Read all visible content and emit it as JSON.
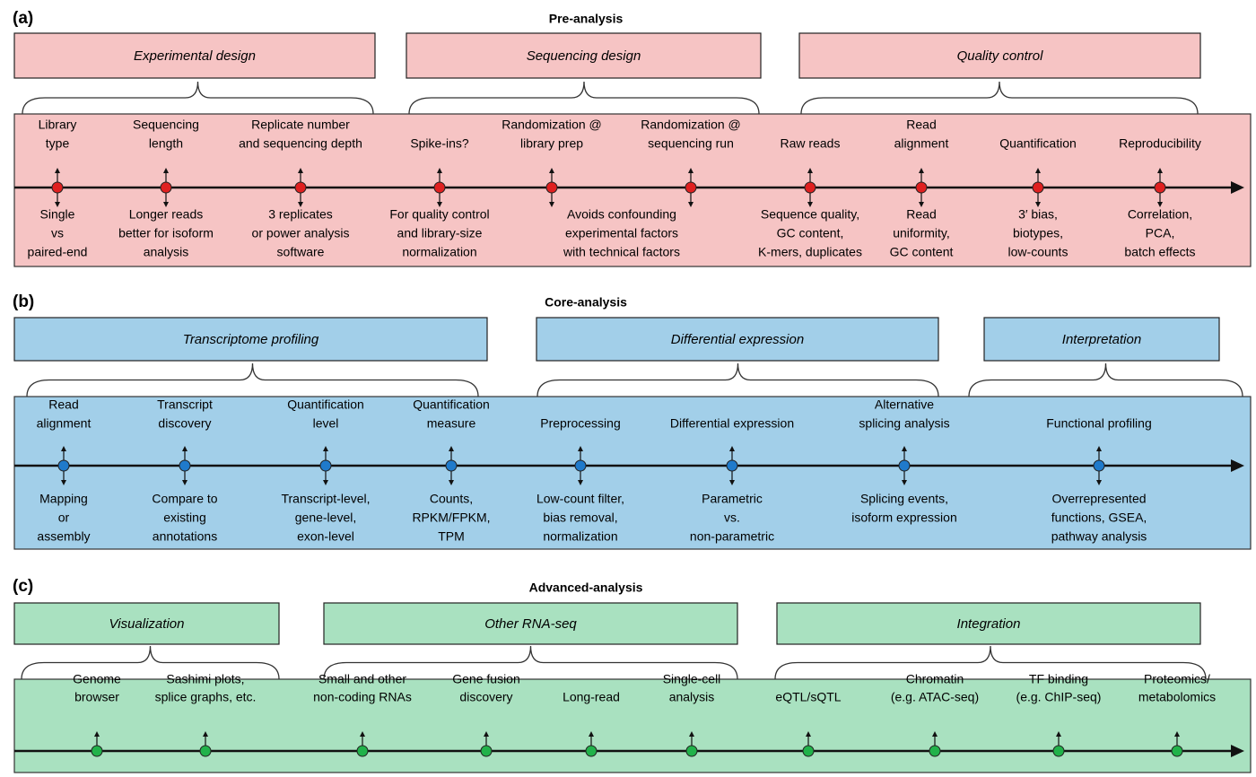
{
  "colors": {
    "pre_fill": "#f6c4c4",
    "core_fill": "#a2cfe9",
    "adv_fill": "#a9e1c0",
    "pre_dot": "#e02020",
    "core_dot": "#1f7acb",
    "adv_dot": "#21b24a",
    "line": "#111111"
  },
  "panels": [
    {
      "letter": "(a)",
      "title": "Pre-analysis",
      "groups": [
        "Experimental design",
        "Sequencing design",
        "Quality control"
      ],
      "nodes": [
        {
          "top": [
            "Library",
            "type"
          ],
          "bottom": [
            "Single",
            "vs",
            "paired-end"
          ]
        },
        {
          "top": [
            "Sequencing",
            "length"
          ],
          "bottom": [
            "Longer reads",
            "better for isoform",
            "analysis"
          ]
        },
        {
          "top": [
            "Replicate number",
            "and sequencing depth"
          ],
          "bottom": [
            "3 replicates",
            "or power analysis",
            "software"
          ]
        },
        {
          "top": [
            "Spike-ins?"
          ],
          "bottom": [
            "For quality control",
            "and library-size",
            "normalization"
          ]
        },
        {
          "top": [
            "Randomization @",
            "library prep"
          ],
          "bottom": [
            "Avoids confounding",
            "experimental factors",
            "with technical factors"
          ]
        },
        {
          "top": [
            "Randomization @",
            "sequencing run"
          ],
          "bottom": []
        },
        {
          "top": [
            "Raw reads"
          ],
          "bottom": [
            "Sequence quality,",
            "GC content,",
            "K-mers, duplicates"
          ]
        },
        {
          "top": [
            "Read",
            "alignment"
          ],
          "bottom": [
            "Read",
            "uniformity,",
            "GC content"
          ]
        },
        {
          "top": [
            "Quantification"
          ],
          "bottom": [
            "3′ bias,",
            "biotypes,",
            "low-counts"
          ]
        },
        {
          "top": [
            "Reproducibility"
          ],
          "bottom": [
            "Correlation,",
            "PCA,",
            "batch effects"
          ]
        }
      ]
    },
    {
      "letter": "(b)",
      "title": "Core-analysis",
      "groups": [
        "Transcriptome profiling",
        "Differential expression",
        "Interpretation"
      ],
      "nodes": [
        {
          "top": [
            "Read",
            "alignment"
          ],
          "bottom": [
            "Mapping",
            "or",
            "assembly"
          ]
        },
        {
          "top": [
            "Transcript",
            "discovery"
          ],
          "bottom": [
            "Compare to",
            "existing",
            "annotations"
          ]
        },
        {
          "top": [
            "Quantification",
            "level"
          ],
          "bottom": [
            "Transcript-level,",
            "gene-level,",
            "exon-level"
          ]
        },
        {
          "top": [
            "Quantification",
            "measure"
          ],
          "bottom": [
            "Counts,",
            "RPKM/FPKM,",
            "TPM"
          ]
        },
        {
          "top": [
            "Preprocessing"
          ],
          "bottom": [
            "Low-count filter,",
            "bias removal,",
            "normalization"
          ]
        },
        {
          "top": [
            "Differential expression"
          ],
          "bottom": [
            "Parametric",
            "vs.",
            "non-parametric"
          ]
        },
        {
          "top": [
            "Alternative",
            "splicing analysis"
          ],
          "bottom": [
            "Splicing events,",
            "isoform expression"
          ]
        },
        {
          "top": [
            "Functional profiling"
          ],
          "bottom": [
            "Overrepresented",
            "functions, GSEA,",
            "pathway analysis"
          ]
        }
      ]
    },
    {
      "letter": "(c)",
      "title": "Advanced-analysis",
      "groups": [
        "Visualization",
        "Other RNA-seq",
        "Integration"
      ],
      "nodes": [
        {
          "top": [
            "Genome",
            "browser"
          ],
          "bottom": []
        },
        {
          "top": [
            "Sashimi plots,",
            "splice graphs, etc."
          ],
          "bottom": []
        },
        {
          "top": [
            "Small and other",
            "non-coding RNAs"
          ],
          "bottom": []
        },
        {
          "top": [
            "Gene fusion",
            "discovery"
          ],
          "bottom": []
        },
        {
          "top": [
            "Long-read"
          ],
          "bottom": []
        },
        {
          "top": [
            "Single-cell",
            "analysis"
          ],
          "bottom": []
        },
        {
          "top": [
            "eQTL/sQTL"
          ],
          "bottom": []
        },
        {
          "top": [
            "Chromatin",
            "(e.g. ATAC-seq)"
          ],
          "bottom": []
        },
        {
          "top": [
            "TF binding",
            "(e.g. ChIP-seq)"
          ],
          "bottom": []
        },
        {
          "top": [
            "Proteomics/",
            "metabolomics"
          ],
          "bottom": []
        }
      ]
    }
  ]
}
